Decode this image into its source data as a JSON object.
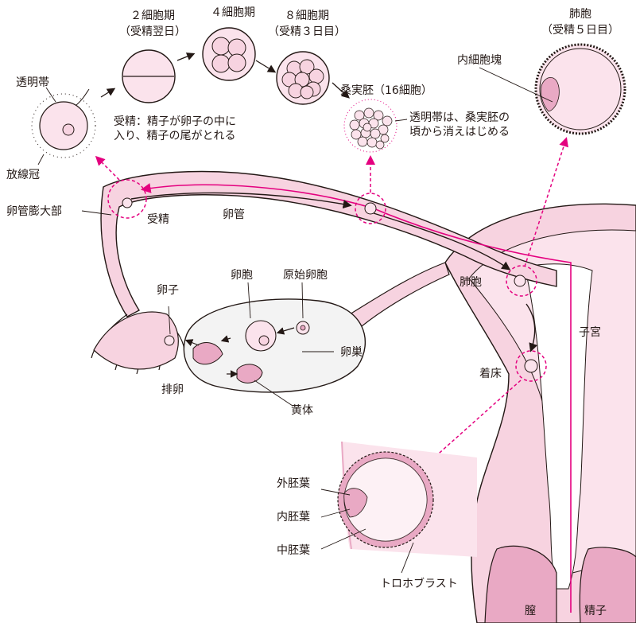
{
  "labels": {
    "zona_pellucida": "透明帯",
    "corona_radiata": "放線冠",
    "two_cell": "２細胞期",
    "two_cell_day": "（受精翌日）",
    "four_cell": "４細胞期",
    "eight_cell": "８細胞期",
    "eight_cell_day": "（受精３日目）",
    "fertilization_note_1": "受精：精子が卵子の中に",
    "fertilization_note_2": "入り、精子の尾がとれる",
    "morula": "桑実胚（16細胞）",
    "zona_note_1": "透明帯は、桑実胚の",
    "zona_note_2": "頃から消えはじめる",
    "blastocyst_top": "肺胞",
    "blastocyst_day": "（受精５日目）",
    "inner_cell_mass": "内細胞塊",
    "ampulla": "卵管膨大部",
    "fertilization": "受精",
    "fallopian_tube": "卵管",
    "blastocyst_mid": "肺胞",
    "uterus": "子宮",
    "implantation": "着床",
    "ovum": "卵子",
    "oocyte": "卵胞",
    "primordial_follicle": "原始卵胞",
    "ovary": "卵巣",
    "ovulation": "排卵",
    "corpus_luteum": "黄体",
    "ectoderm": "外胚葉",
    "endoderm": "内胚葉",
    "mesoderm": "中胚葉",
    "trophoblast": "トロホブラスト",
    "vagina": "膣",
    "sperm": "精子"
  },
  "colors": {
    "magenta": "#e4007f",
    "tissue": "#f7d3e0",
    "tissue_dark": "#e9a9c4",
    "outline": "#231815",
    "cell_fill": "#fbe3ec"
  }
}
